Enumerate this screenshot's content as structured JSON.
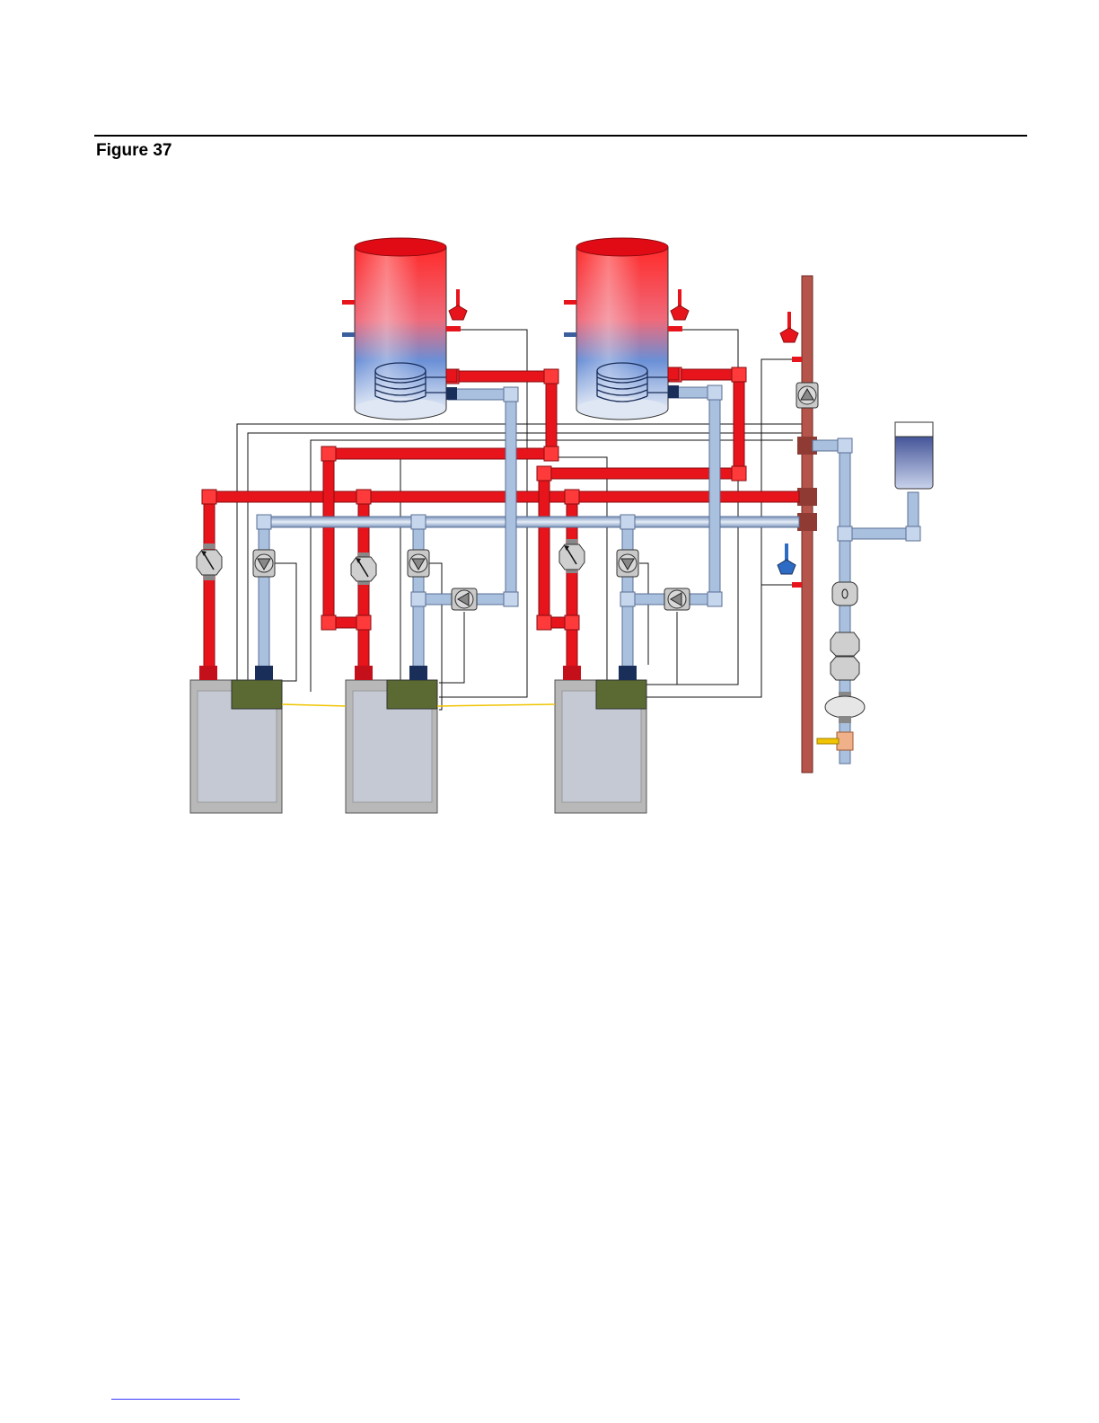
{
  "figure": {
    "title": "Figure 37"
  },
  "colors": {
    "supply": "#e8141c",
    "return": "#a9c0de",
    "header": "#b5544a",
    "boiler_body": "#b8b8b8",
    "control_box": "#5a6a32",
    "tank_hot": "#ff2a2a",
    "tank_cold": "#4d7fd0",
    "wire": "#000000",
    "comm_wire": "#f0c400"
  },
  "diagram": {
    "components": {
      "boilers": 3,
      "indirect_tanks": 2,
      "expansion_tank": 1,
      "boiler_pumps": 3,
      "tank_pumps": 2,
      "system_pump": 1,
      "temperature_sensors": 4,
      "flow_check_valves": 3
    }
  }
}
